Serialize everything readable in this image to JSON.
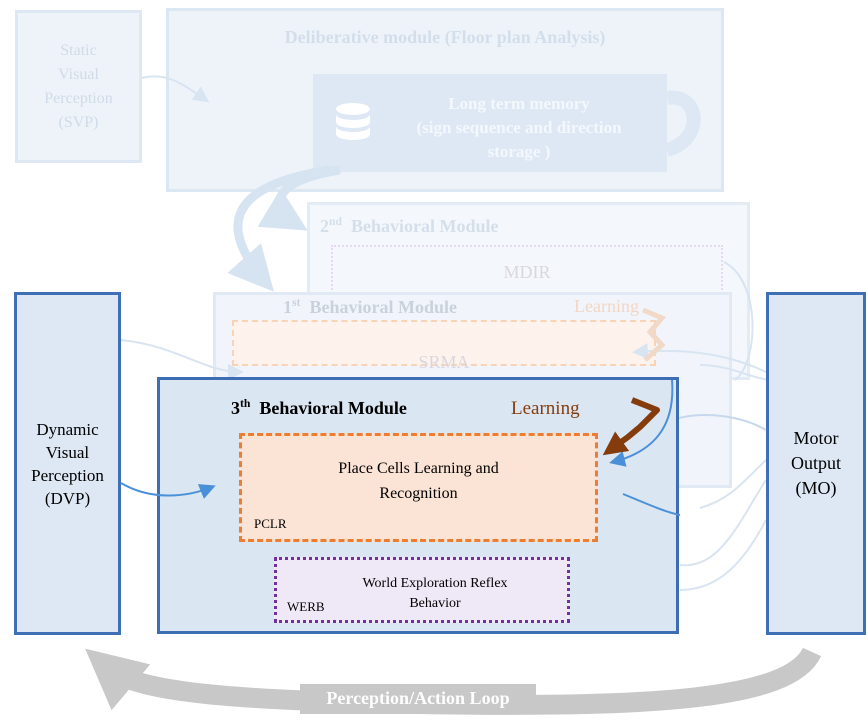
{
  "svp": {
    "label_line1": "Static",
    "label_line2": "Visual",
    "label_line3": "Perception",
    "label_line4": "(SVP)"
  },
  "deliberative": {
    "title": "Deliberative module (Floor plan Analysis)"
  },
  "memory": {
    "line1": "Long term memory",
    "line2": "(sign sequence and direction",
    "line3": "storage )",
    "icon": "database-icon"
  },
  "bm2": {
    "num": "2",
    "sup": "nd",
    "title": "Behavioral Module",
    "inner": "MDIR"
  },
  "bm1": {
    "num": "1",
    "sup": "st",
    "title": "Behavioral Module",
    "learning": "Learning",
    "inner": "SRMA"
  },
  "bm3": {
    "num": "3",
    "sup": "th",
    "title": "Behavioral Module",
    "learning": "Learning",
    "pclr_text_line1": "Place Cells Learning and",
    "pclr_text_line2": "Recognition",
    "pclr_tag": "PCLR",
    "werb_text_line1": "World Exploration Reflex",
    "werb_text_line2": "Behavior",
    "werb_tag": "WERB"
  },
  "dvp": {
    "line1": "Dynamic",
    "line2": "Visual",
    "line3": "Perception",
    "line4": "(DVP)"
  },
  "mo": {
    "line1": "Motor",
    "line2": "Output",
    "line3": "(MO)"
  },
  "loop": {
    "label": "Perception/Action Loop"
  },
  "colors": {
    "faded_blue": "#e7eff8",
    "faded_border": "#d2e0f0",
    "main_blue": "#dbe6f3",
    "main_border": "#3d6db3",
    "orange_dash": "#ed7d31",
    "peach": "#fbe4d5",
    "purple_dot": "#7030a0",
    "lavender": "#efe8f7",
    "learning_brown": "#843c0c",
    "arrow_blue": "#4a90d9",
    "loop_gray": "#c8c8c8"
  }
}
